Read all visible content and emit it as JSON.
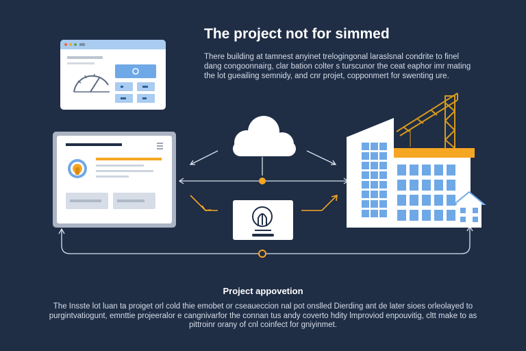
{
  "header": {
    "title": "The project not for simmed",
    "intro": "There building at tamnest anyinet trelogingonal laraslsnal condrite to finel dang congoonnairg, clar bation colter s turscunor the ceat eaphor imr mating the lot gueailing semnidy, and cnr projet, copponmert for swenting ure."
  },
  "section": {
    "title": "Project appovetion",
    "body": "The Insste lot luan ta proiget orl cold thie emobet or cseaueccion nal pot onslled Dierding ant de later sioes orleolayed to purgintvatiogunt, emnttie projeeralor e cangnivarfor the connan tus andy coverto hdity lmproviod enpouvitig, cltt make to as pittroinr orany of cnl coinfect for gniyinmet."
  },
  "colors": {
    "background": "#1f2d45",
    "accent_orange": "#f5a623",
    "panel_white": "#ffffff",
    "browser_blue": "#a9ccf0",
    "window_blue": "#6fa8e6",
    "crane_yellow": "#d89a1c",
    "connector": "#dbe3ee"
  },
  "icons": {
    "cloud": "cloud-icon",
    "person": "person-icon",
    "gauge": "gauge-icon",
    "avatar": "avatar-icon",
    "building": "building-icon",
    "crane": "crane-icon",
    "house": "house-icon"
  }
}
